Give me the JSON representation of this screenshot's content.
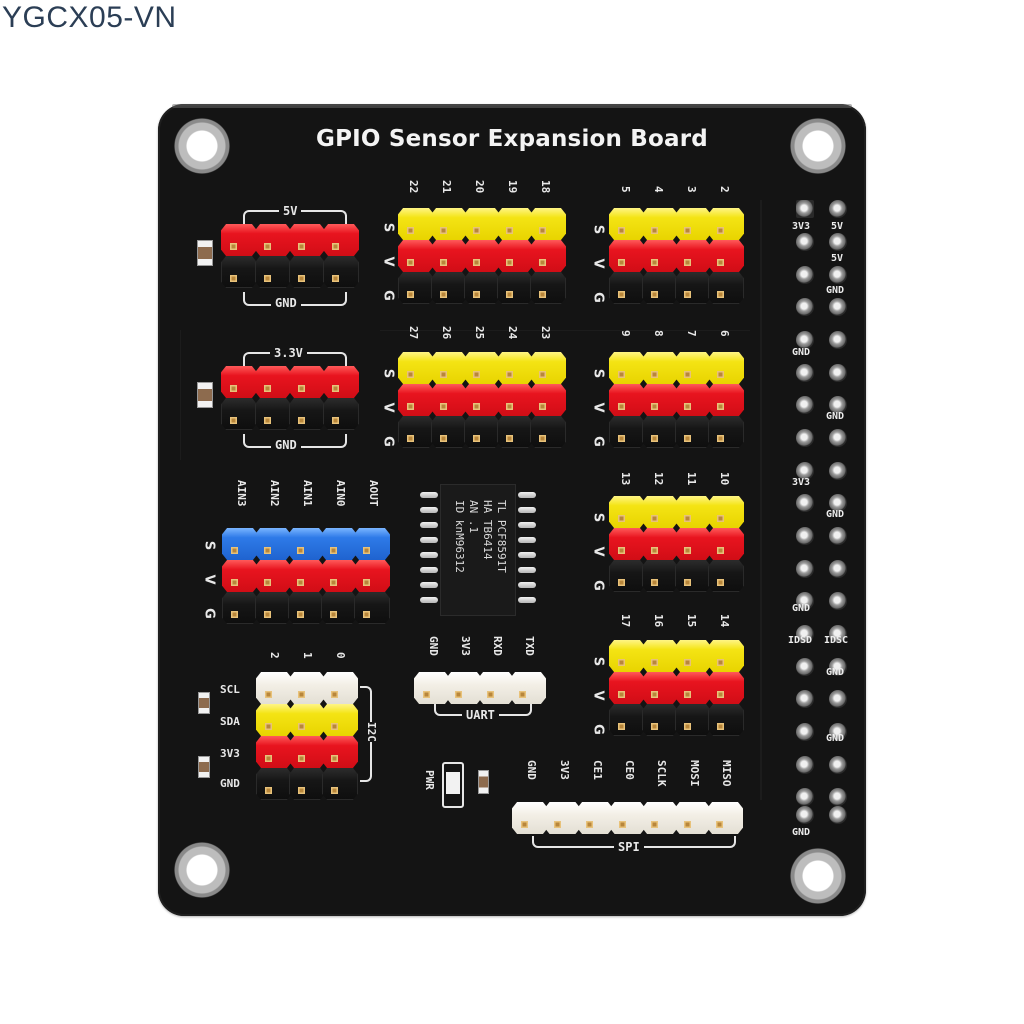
{
  "watermark": "YGCX05-VN",
  "board": {
    "title": "GPIO Sensor Expansion Board",
    "colors": {
      "pcb": "#141414",
      "signal": "#f4e414",
      "vcc": "#e8141f",
      "gnd": "#161616",
      "analog": "#2e7ae8",
      "bus": "#f3efe6",
      "silkscreen": "#e8e8e8"
    },
    "power_5v": {
      "top_label": "5V",
      "bottom_label": "GND",
      "pins": 4
    },
    "power_3v3": {
      "top_label": "3.3V",
      "bottom_label": "GND",
      "pins": 4
    },
    "row_labels": [
      "S",
      "V",
      "G"
    ],
    "gpio_groups": [
      {
        "id": "group-22-18",
        "pins": [
          "22",
          "21",
          "20",
          "19",
          "18"
        ]
      },
      {
        "id": "group-5-2",
        "pins": [
          "5",
          "4",
          "3",
          "2"
        ]
      },
      {
        "id": "group-27-23",
        "pins": [
          "27",
          "26",
          "25",
          "24",
          "23"
        ]
      },
      {
        "id": "group-9-6",
        "pins": [
          "9",
          "8",
          "7",
          "6"
        ]
      },
      {
        "id": "group-13-10",
        "pins": [
          "13",
          "12",
          "11",
          "10"
        ]
      },
      {
        "id": "group-17-14",
        "pins": [
          "17",
          "16",
          "15",
          "14"
        ]
      }
    ],
    "analog": {
      "pins": [
        "AIN3",
        "AIN2",
        "AIN1",
        "AIN0",
        "AOUT"
      ]
    },
    "chip": {
      "lines": [
        "TL PCF8591T",
        "HA  TB6414",
        "AN    .1",
        "ID knM96312"
      ]
    },
    "i2c": {
      "label": "I2C",
      "columns": [
        "2",
        "1",
        "0"
      ],
      "rows": [
        "SCL",
        "SDA",
        "3V3",
        "GND"
      ]
    },
    "uart": {
      "label": "UART",
      "pins": [
        "GND",
        "3V3",
        "RXD",
        "TXD"
      ]
    },
    "spi": {
      "label": "SPI",
      "pins": [
        "GND",
        "3V3",
        "CE1",
        "CE0",
        "SCLK",
        "MOSI",
        "MISO"
      ]
    },
    "pwr_label": "PWR",
    "gpio_header_labels": {
      "left": [
        "3V3",
        "GND",
        "3V3",
        "GND",
        "IDSD",
        "GND"
      ],
      "right": [
        "5V",
        "5V",
        "GND",
        "GND",
        "GND",
        "IDSC",
        "GND",
        "GND"
      ]
    }
  }
}
